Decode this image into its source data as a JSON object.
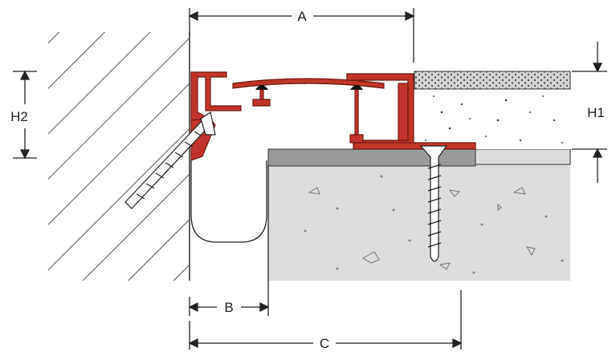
{
  "dimensions": {
    "a": "A",
    "b": "B",
    "c": "C",
    "h1": "H1",
    "h2": "H2"
  },
  "colors": {
    "profile": "#c0352b",
    "profile_stroke": "#6e1a14",
    "wall_hatch": "#2b2b2b",
    "concrete": "#dcdcdc",
    "screed": "#9a9a9a",
    "tile": "#cfcfcf",
    "dimension_line": "#222222",
    "screw": "#ffffff"
  },
  "icons": {
    "wall": "hatched-wall",
    "floor": "concrete-slab",
    "fastener_left": "angled-screw",
    "fastener_right": "vertical-screw",
    "covering": "perforated-tile"
  }
}
